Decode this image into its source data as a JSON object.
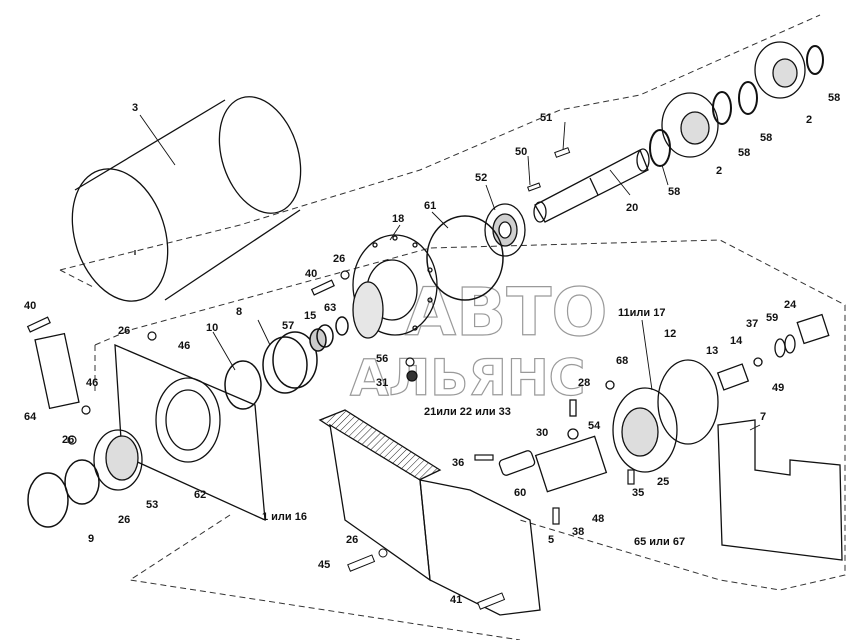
{
  "watermark": {
    "line1": "АВТО",
    "line2": "АЛЬЯНС"
  },
  "callouts": [
    {
      "text": "3"
    },
    {
      "text": "51"
    },
    {
      "text": "50"
    },
    {
      "text": "52"
    },
    {
      "text": "20"
    },
    {
      "text": "61"
    },
    {
      "text": "18"
    },
    {
      "text": "40"
    },
    {
      "text": "26"
    },
    {
      "text": "58"
    },
    {
      "text": "58"
    },
    {
      "text": "58"
    },
    {
      "text": "58"
    },
    {
      "text": "2"
    },
    {
      "text": "2"
    },
    {
      "text": "40"
    },
    {
      "text": "26"
    },
    {
      "text": "46"
    },
    {
      "text": "10"
    },
    {
      "text": "8"
    },
    {
      "text": "57"
    },
    {
      "text": "15"
    },
    {
      "text": "63"
    },
    {
      "text": "56"
    },
    {
      "text": "31"
    },
    {
      "text": "64"
    },
    {
      "text": "46"
    },
    {
      "text": "26"
    },
    {
      "text": "62"
    },
    {
      "text": "53"
    },
    {
      "text": "26"
    },
    {
      "text": "9"
    },
    {
      "text": "1 или 16"
    },
    {
      "text": "11или 17"
    },
    {
      "text": "12"
    },
    {
      "text": "68"
    },
    {
      "text": "28"
    },
    {
      "text": "21или 22 или 33"
    },
    {
      "text": "54"
    },
    {
      "text": "30"
    },
    {
      "text": "36"
    },
    {
      "text": "60"
    },
    {
      "text": "48"
    },
    {
      "text": "38"
    },
    {
      "text": "65 или 67"
    },
    {
      "text": "5"
    },
    {
      "text": "26"
    },
    {
      "text": "45"
    },
    {
      "text": "41"
    },
    {
      "text": "13"
    },
    {
      "text": "14"
    },
    {
      "text": "37"
    },
    {
      "text": "59"
    },
    {
      "text": "24"
    },
    {
      "text": "49"
    },
    {
      "text": "25"
    },
    {
      "text": "35"
    },
    {
      "text": "7"
    }
  ]
}
